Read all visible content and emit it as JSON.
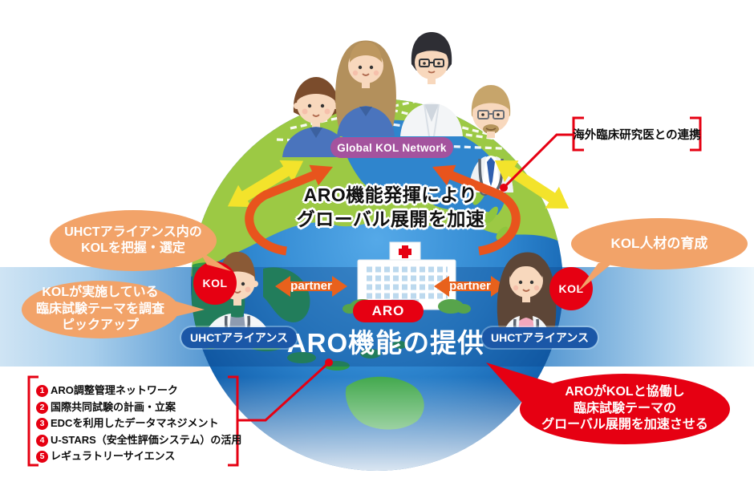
{
  "colors": {
    "accent_red": "#e60012",
    "bubble_orange": "#f2a369",
    "arrow_orange": "#e8611c",
    "arrow_yellow": "#f3e32b",
    "badge_purple": "#a4539e",
    "pill_blue": "#1b57a7",
    "band_blue": "#1364b1"
  },
  "network_badge": {
    "label": "Global KOL Network"
  },
  "slogan": {
    "text": "ARO機能発揮により\nグローバル展開を加速"
  },
  "band": {
    "title": "ARO機能の提供"
  },
  "center": {
    "aro_label": "ARO"
  },
  "partners": {
    "left": "partner",
    "right": "partner"
  },
  "kol": {
    "left": "KOL",
    "right": "KOL"
  },
  "alliance": {
    "left": "UHCTアライアンス",
    "right": "UHCTアライアンス"
  },
  "bubbles": {
    "select_kol": "UHCTアライアンス内の\nKOLを把握・選定",
    "survey": "KOLが実施している\n臨床試験テーマを調査\nピックアップ",
    "training": "KOL人材の育成",
    "accelerate": "AROがKOLと協働し\n臨床試験テーマの\nグローバル展開を加速させる"
  },
  "overseas_box": {
    "label": "海外臨床研究医との連携"
  },
  "features": {
    "items": [
      {
        "num": "1",
        "text": "ARO調整管理ネットワーク"
      },
      {
        "num": "2",
        "text": "国際共同試験の計画・立案"
      },
      {
        "num": "3",
        "text": "EDCを利用したデータマネジメント"
      },
      {
        "num": "4",
        "text": "U-STARS（安全性評価システム）の活用"
      },
      {
        "num": "5",
        "text": "レギュラトリーサイエンス"
      }
    ]
  }
}
